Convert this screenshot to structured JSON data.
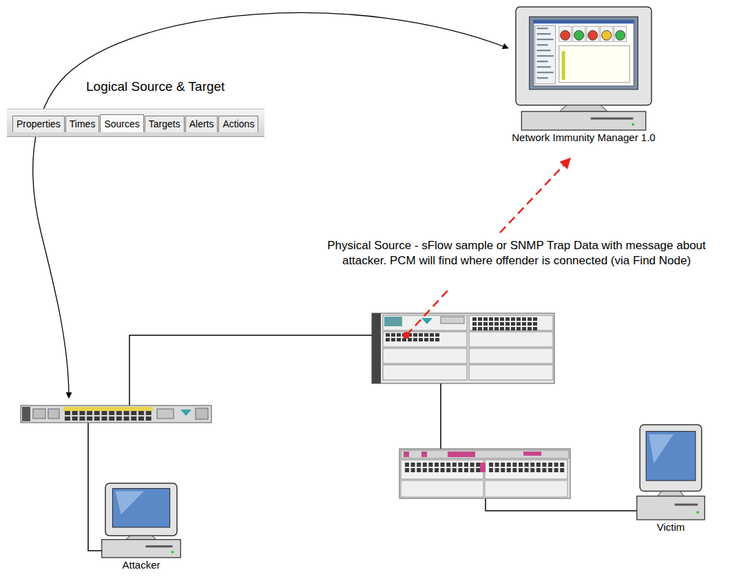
{
  "diagram": {
    "nodes": [
      {
        "text": [
          "Network Immunity Manager 1.0"
        ]
      },
      {
        "text": [
          "Properties",
          "Times",
          "Sources",
          "Targets",
          "Alerts",
          "Actions"
        ]
      },
      {
        "text": [
          "Attacker"
        ]
      },
      {
        "text": [
          "Victim"
        ]
      }
    ],
    "labels": [
      "Logical Source & Target",
      "Physical Source - sFlow sample or SNMP Trap Data with message about attacker. PCM will find where offender is connected (via Find Node)"
    ]
  }
}
